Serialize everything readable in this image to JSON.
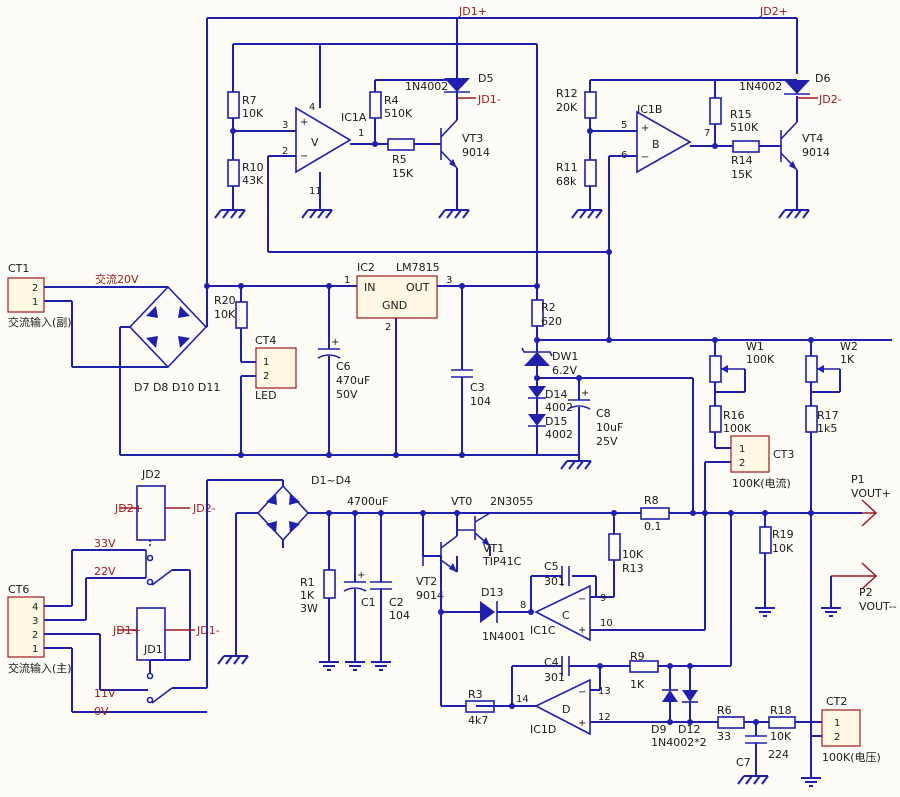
{
  "nets": {
    "jd1p_top": "JD1+",
    "jd2p_top": "JD2+",
    "jd1m_top": "JD1-",
    "jd2m_top": "JD2-",
    "jd2p_relay": "JD2+",
    "jd2m_relay": "JD2-",
    "jd1p_relay": "JD1+",
    "jd1m_relay": "JD1-"
  },
  "connectors": {
    "ct1": {
      "name": "CT1",
      "pin_top": "2",
      "pin_bottom": "1",
      "label": "交流输入(副)",
      "wire_label": "交流20V"
    },
    "ct4": {
      "name": "CT4",
      "pin_top": "1",
      "pin_bottom": "2",
      "label": "LED"
    },
    "ct6": {
      "name": "CT6",
      "pins": [
        "4",
        "3",
        "2",
        "1"
      ],
      "label": "交流输入(主)",
      "taps": [
        "33V",
        "22V",
        "11V",
        "0V"
      ]
    },
    "ct3": {
      "name": "CT3",
      "pin_top": "1",
      "pin_bottom": "2",
      "label": "100K(电流)"
    },
    "ct2": {
      "name": "CT2",
      "pin_top": "1",
      "pin_bottom": "2",
      "label": "100K(电压)"
    },
    "p1": {
      "name": "P1",
      "label": "VOUT+"
    },
    "p2": {
      "name": "P2",
      "label": "VOUT--"
    }
  },
  "resistors": {
    "r7": {
      "ref": "R7",
      "val": "10K"
    },
    "r10": {
      "ref": "R10",
      "val": "43K"
    },
    "r4": {
      "ref": "R4",
      "val": "510K"
    },
    "r5": {
      "ref": "R5",
      "val": "15K"
    },
    "r12": {
      "ref": "R12",
      "val": "20K"
    },
    "r11": {
      "ref": "R11",
      "val": "68k"
    },
    "r15": {
      "ref": "R15",
      "val": "510K"
    },
    "r14": {
      "ref": "R14",
      "val": "15K"
    },
    "r20": {
      "ref": "R20",
      "val": "10K"
    },
    "r2": {
      "ref": "R2",
      "val": "620"
    },
    "r16": {
      "ref": "R16",
      "val": "100K"
    },
    "r17": {
      "ref": "R17",
      "val": "1k5"
    },
    "r8": {
      "ref": "R8",
      "val": "0.1"
    },
    "r19": {
      "ref": "R19",
      "val": "10K"
    },
    "r13": {
      "ref": "R13",
      "val": "10K"
    },
    "r1": {
      "ref": "R1",
      "val": "1K",
      "val2": "3W"
    },
    "r9": {
      "ref": "R9",
      "val": "1K"
    },
    "r3": {
      "ref": "R3",
      "val": "4k7"
    },
    "r6": {
      "ref": "R6",
      "val": "33"
    },
    "r18": {
      "ref": "R18",
      "val": "10K"
    }
  },
  "pots": {
    "w1": {
      "ref": "W1",
      "val": "100K"
    },
    "w2": {
      "ref": "W2",
      "val": "1K"
    }
  },
  "capacitors": {
    "c6": {
      "ref": "C6",
      "val": "470uF",
      "volt": "50V"
    },
    "c3": {
      "ref": "C3",
      "val": "104"
    },
    "c8": {
      "ref": "C8",
      "val": "10uF",
      "volt": "25V"
    },
    "c1": {
      "ref": "C1",
      "val": "4700uF"
    },
    "c2": {
      "ref": "C2",
      "val": "104"
    },
    "c5": {
      "ref": "C5",
      "val": "301"
    },
    "c4": {
      "ref": "C4",
      "val": "301"
    },
    "c7": {
      "ref": "C7",
      "val": "224"
    }
  },
  "diodes": {
    "d5": {
      "ref": "D5",
      "part": "1N4002"
    },
    "d6": {
      "ref": "D6",
      "part": "1N4002"
    },
    "dw1": {
      "ref": "DW1",
      "val": "6.2V"
    },
    "d14": {
      "ref": "D14",
      "part": "4002"
    },
    "d15": {
      "ref": "D15",
      "part": "4002"
    },
    "d13": {
      "ref": "D13",
      "part": "1N4001"
    },
    "d9": "D9",
    "d12": "D12",
    "d912part": "1N4002*2",
    "bridge_top": "D7   D8  D10  D11",
    "bridge_main": "D1~D4"
  },
  "transistors": {
    "vt3": {
      "ref": "VT3",
      "part": "9014"
    },
    "vt4": {
      "ref": "VT4",
      "part": "9014"
    },
    "vt0": {
      "ref": "VT0",
      "part": "2N3055"
    },
    "vt1": {
      "ref": "VT1",
      "part": "TIP41C"
    },
    "vt2": {
      "ref": "VT2",
      "part": "9014"
    }
  },
  "ics": {
    "ic1a": {
      "ref": "IC1A",
      "sym": "V",
      "pins": {
        "in_p": "3",
        "in_m": "2",
        "out": "1",
        "vcc": "4",
        "gnd": "11"
      }
    },
    "ic1b": {
      "ref": "IC1B",
      "sym": "B",
      "pins": {
        "in_p": "5",
        "in_m": "6",
        "out": "7"
      }
    },
    "ic1c": {
      "ref": "IC1C",
      "sym": "C",
      "pins": {
        "in_m": "9",
        "in_p": "10",
        "out": "8"
      }
    },
    "ic1d": {
      "ref": "IC1D",
      "sym": "D",
      "pins": {
        "in_m": "13",
        "in_p": "12",
        "out": "14"
      }
    },
    "ic2": {
      "ref": "IC2",
      "part": "LM7815",
      "in": "IN",
      "out": "OUT",
      "gnd": "GND",
      "pin_in": "1",
      "pin_out": "3",
      "pin_gnd": "2"
    }
  },
  "relays": {
    "jd1": "JD1",
    "jd2": "JD2"
  },
  "colors": {
    "wire": "#1f1fb0",
    "label": "#a0181e",
    "box_fill": "#fff8e3",
    "background": "#fdfcf7"
  }
}
